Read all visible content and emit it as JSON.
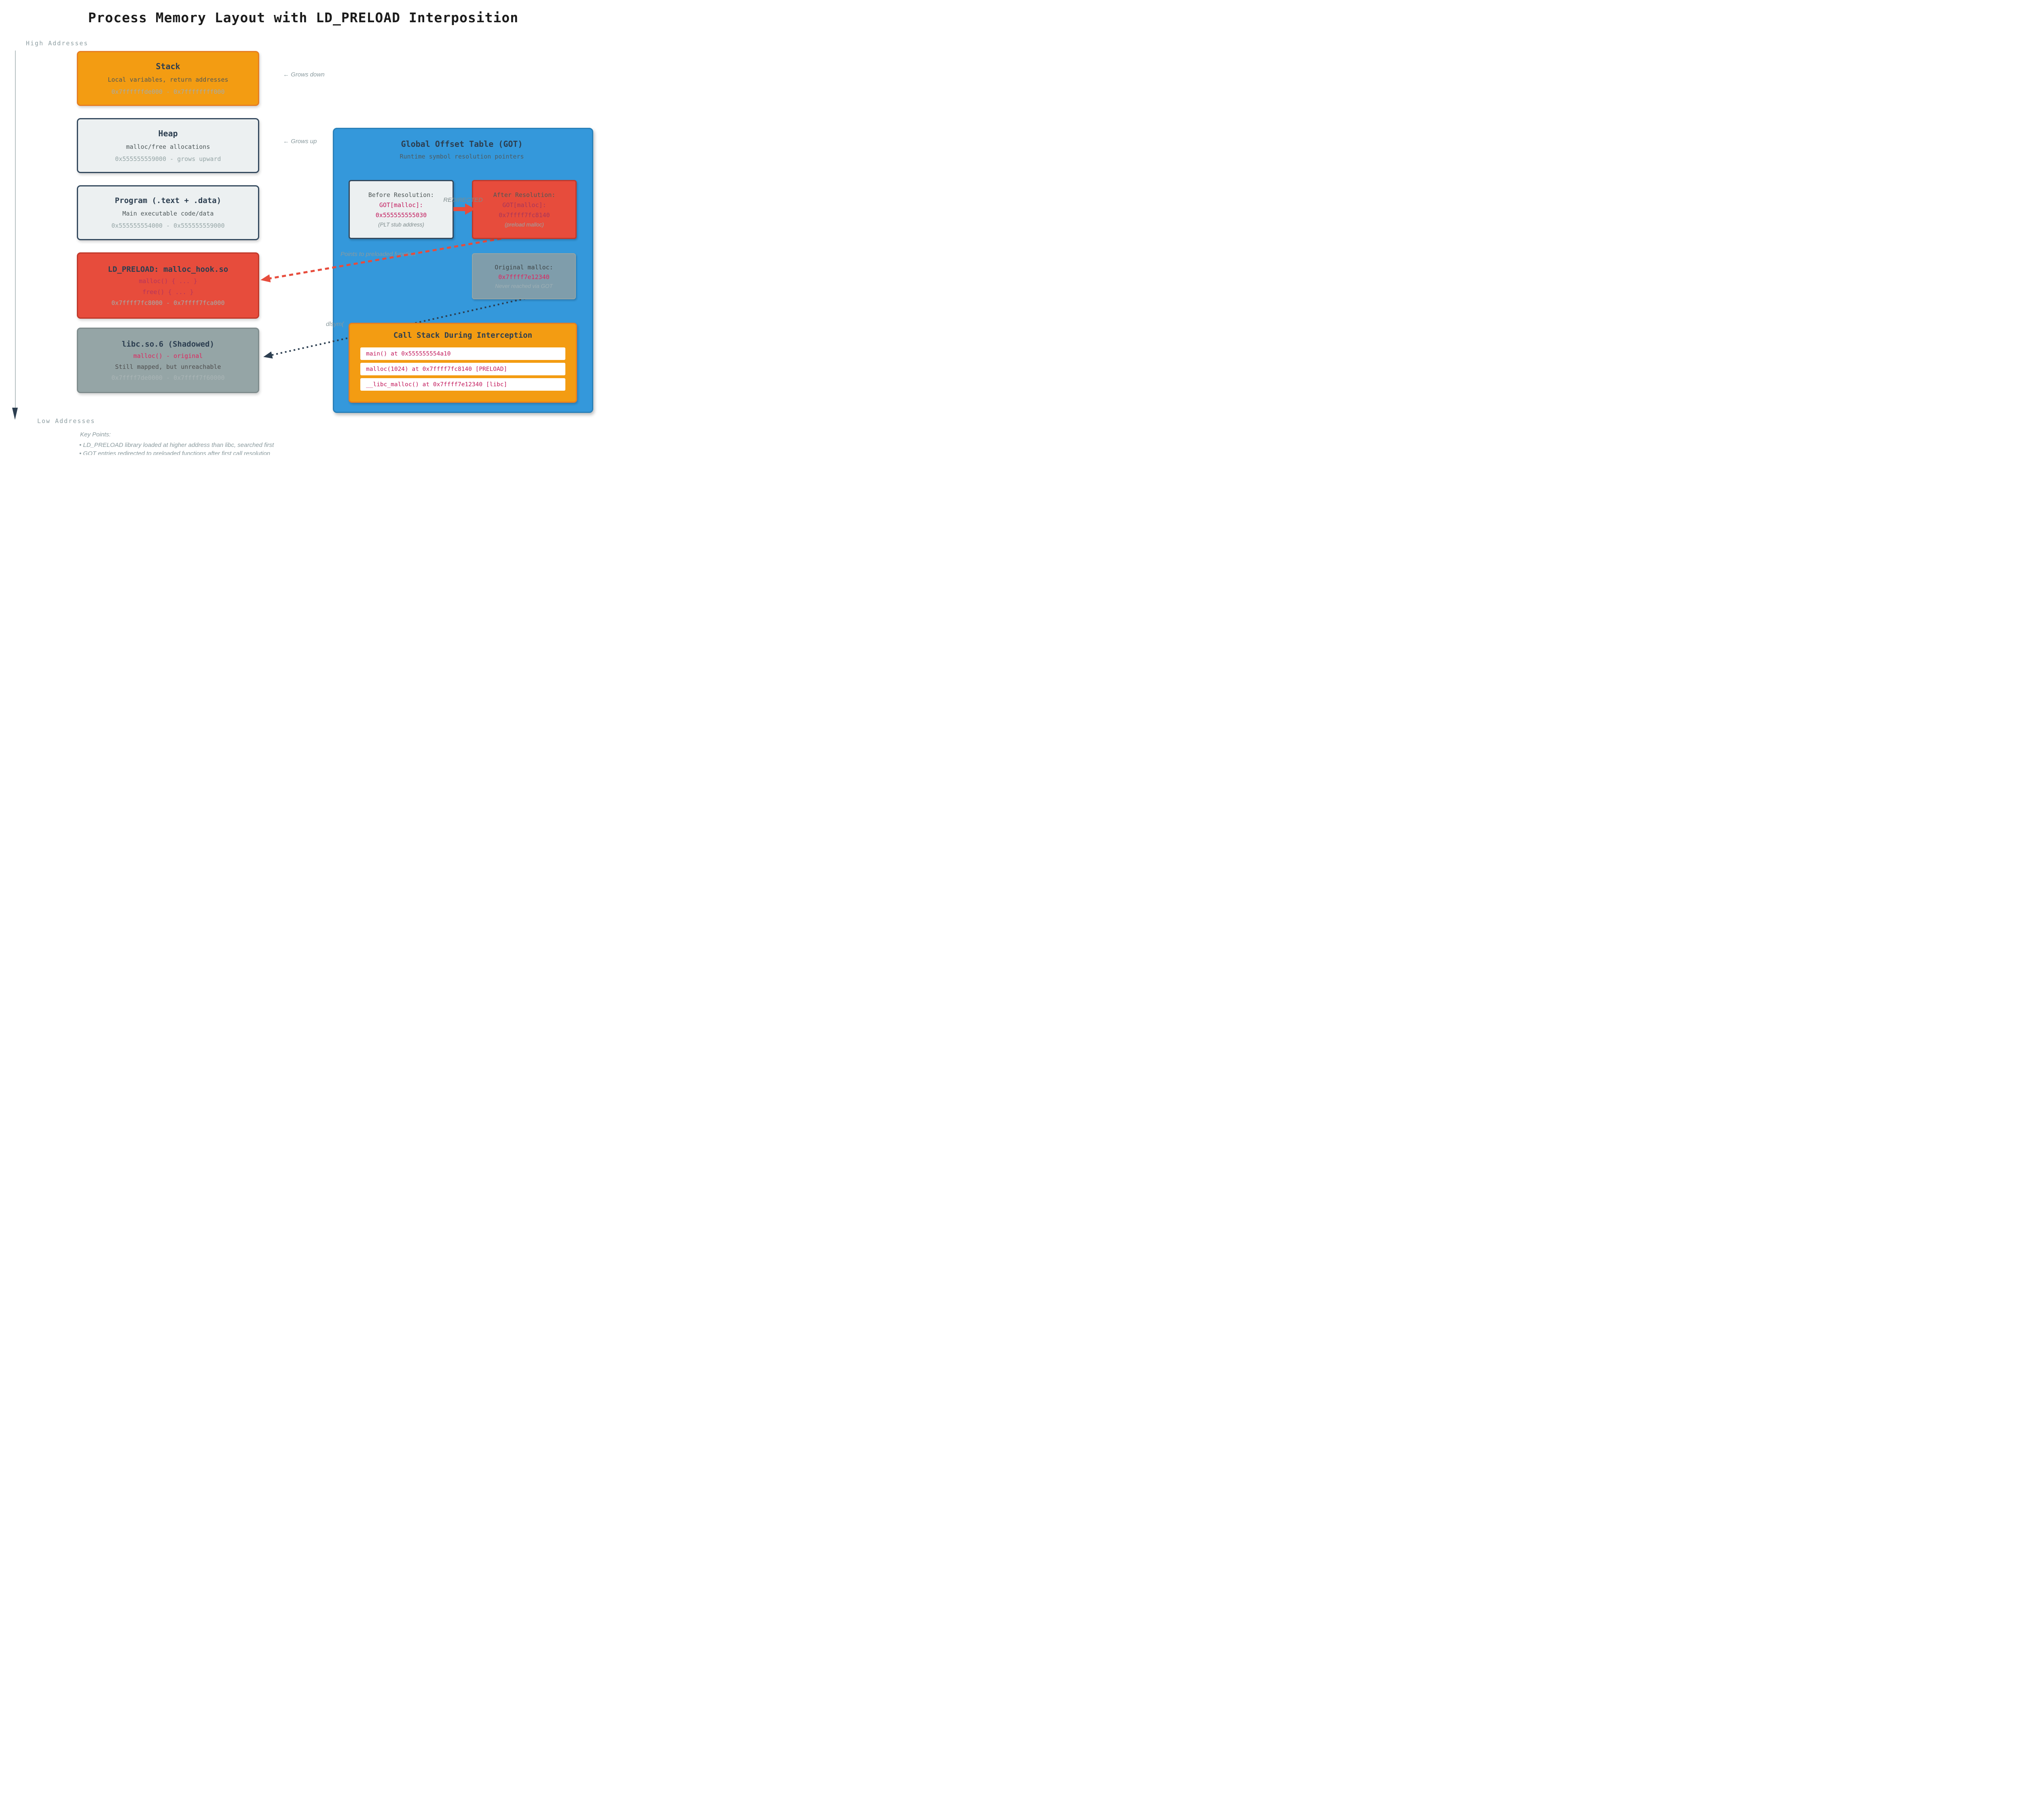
{
  "title": "Process Memory Layout with LD_PRELOAD Interposition",
  "axis": {
    "high_label": "High Addresses",
    "low_label": "Low Addresses"
  },
  "annotations": {
    "grows_down": "← Grows down",
    "grows_up": "← Grows up",
    "redirected": "REDIRECTED",
    "points_to": "Points to preloaded function",
    "dlsym": "dlsym(",
    "key_points_title": "Key Points:",
    "key_point_1": "• LD_PRELOAD library loaded at higher address than libc, searched first",
    "key_point_2": "• GOT entries redirected to preloaded functions after first call resolution"
  },
  "memory_boxes": [
    {
      "id": "stack",
      "title": "Stack",
      "desc": "Local variables, return addresses",
      "range": "0x7ffffffde000 - 0x7ffffffff000"
    },
    {
      "id": "heap",
      "title": "Heap",
      "desc": "malloc/free allocations",
      "range": "0x555555559000 - grows upward"
    },
    {
      "id": "program",
      "title": "Program (.text + .data)",
      "desc": "Main executable code/data",
      "range": "0x555555554000 - 0x555555559000"
    },
    {
      "id": "ld_preload",
      "title": "LD_PRELOAD: malloc_hook.so",
      "code1": "malloc() { ... }",
      "code2": "free() { ... }",
      "range": "0x7ffff7fc8000 - 0x7ffff7fca000"
    },
    {
      "id": "libc",
      "title": "libc.so.6 (Shadowed)",
      "code1": "malloc() - original",
      "desc": "Still mapped, but unreachable",
      "range": "0x7ffff7de0000 - 0x7ffff7f60000"
    }
  ],
  "got": {
    "title": "Global Offset Table (GOT)",
    "subtitle": "Runtime symbol resolution pointers",
    "before": {
      "title": "Before Resolution:",
      "entry": "GOT[malloc]:",
      "value": "0x555555555030",
      "note": "(PLT stub address)"
    },
    "after": {
      "title": "After Resolution:",
      "entry": "GOT[malloc]:",
      "value": "0x7ffff7fc8140",
      "note": "(preload malloc)"
    },
    "original": {
      "title": "Original malloc:",
      "value": "0x7ffff7e12340",
      "note": "Never reached via GOT"
    },
    "call_stack": {
      "title": "Call Stack During Interception",
      "frames": [
        "main() at 0x555555554a10",
        "malloc(1024) at 0x7ffff7fc8140 [PRELOAD]",
        "__libc_malloc() at 0x7ffff7e12340 [libc]"
      ]
    }
  },
  "colors": {
    "orange": "#f39c12",
    "orange_border": "#e67e22",
    "red": "#e74c3c",
    "red_border": "#c0392b",
    "blue": "#3498db",
    "blue_border": "#2980b9",
    "light": "#ecf0f1",
    "navy": "#2c3e50",
    "navy_border": "#34495e",
    "gray": "#95a5a6",
    "gray_border": "#7f8c8d",
    "crimson": "#c2185b",
    "pink": "#e0245e",
    "slate": "#7f9dab"
  }
}
